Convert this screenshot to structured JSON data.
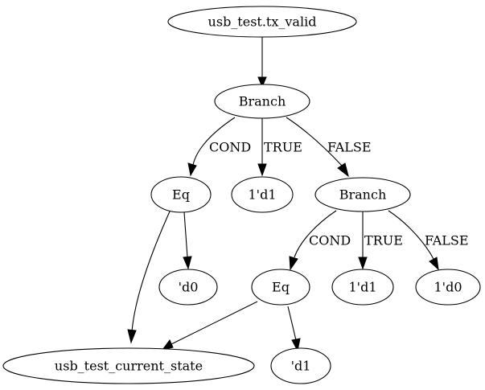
{
  "graph": {
    "nodes": {
      "n_root": "usb_test.tx_valid",
      "n_branch1": "Branch",
      "n_eq1": "Eq",
      "n_true1": "1'd1",
      "n_branch2": "Branch",
      "n_d0": "'d0",
      "n_eq2": "Eq",
      "n_true2": "1'd1",
      "n_false2": "1'd0",
      "n_state": "usb_test_current_state",
      "n_d1": "'d1"
    },
    "edge_labels": {
      "b1_cond": "COND",
      "b1_true": "TRUE",
      "b1_false": "FALSE",
      "b2_cond": "COND",
      "b2_true": "TRUE",
      "b2_false": "FALSE"
    }
  }
}
